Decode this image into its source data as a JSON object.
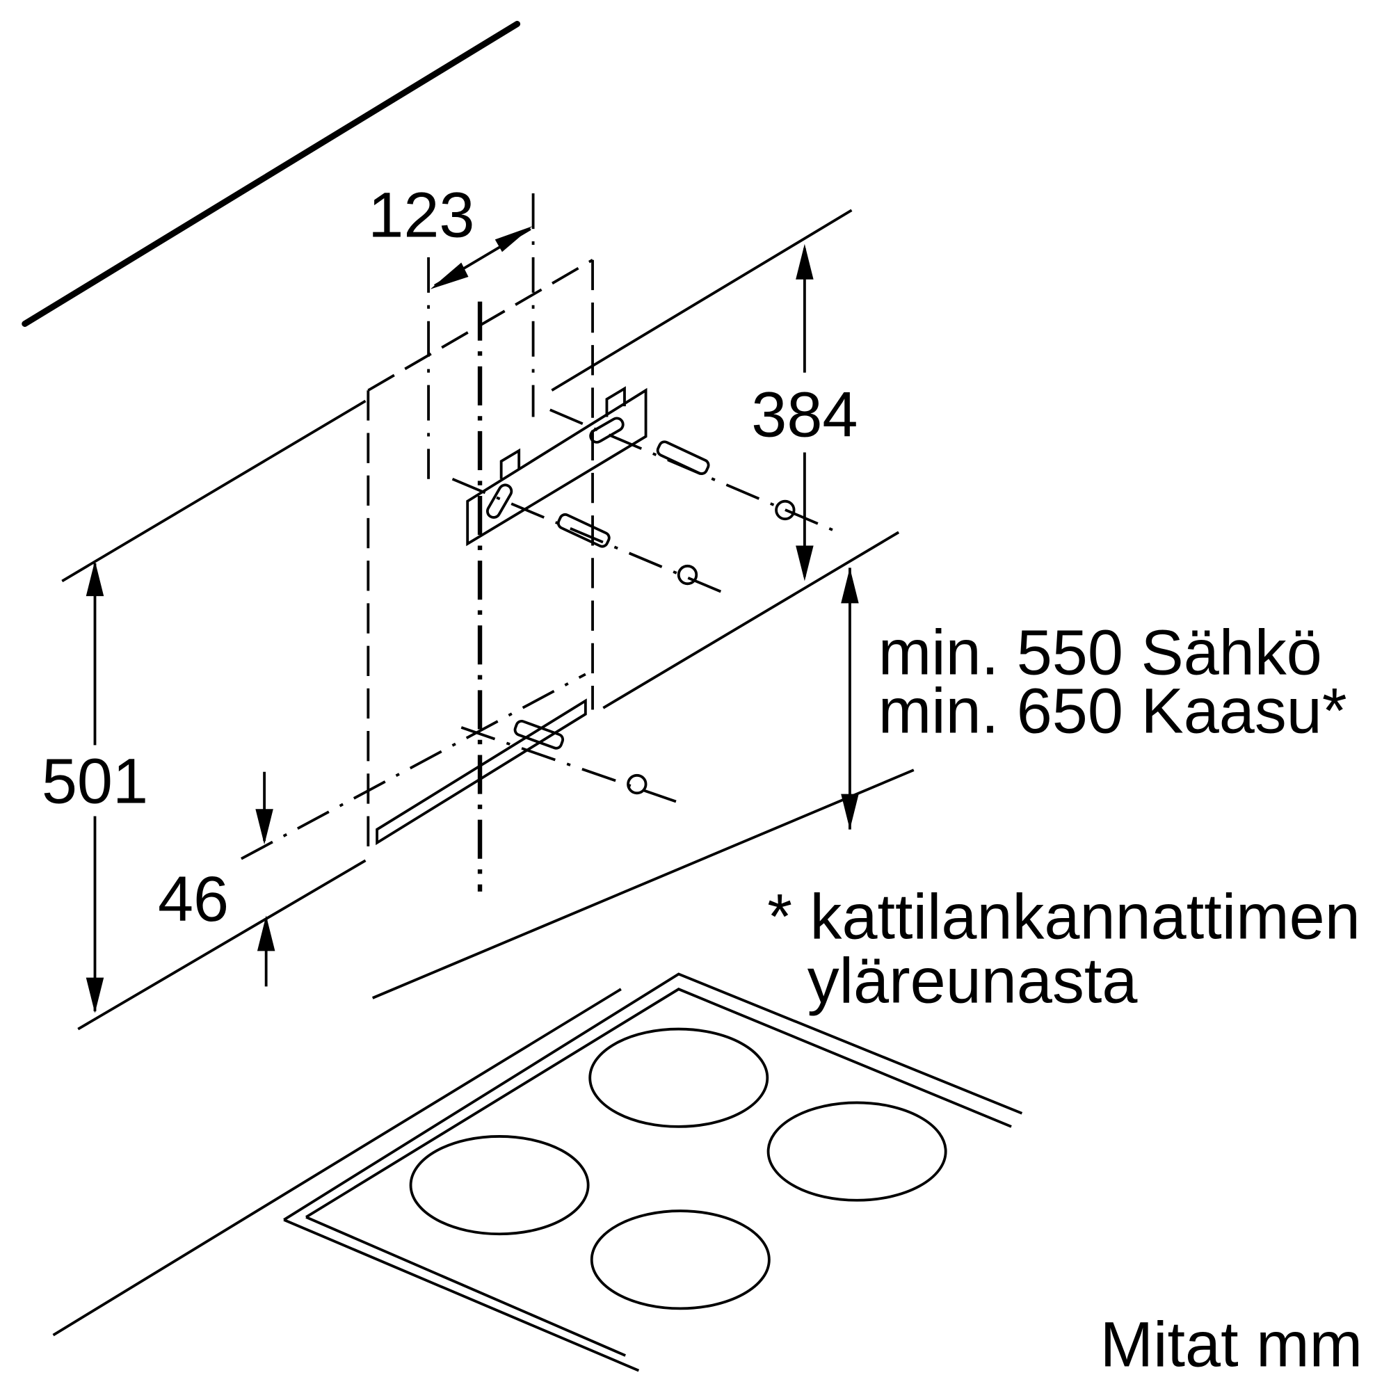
{
  "dimensions": {
    "bracket_spacing": "123",
    "bracket_height": "384",
    "total_height": "501",
    "bottom_offset": "46"
  },
  "clearance": {
    "electric": "min. 550 Sähkö",
    "gas": "min. 650 Kaasu*"
  },
  "footnote": {
    "line1": "* kattilankannattimen",
    "line2": "yläreunasta"
  },
  "units_label": "Mitat mm"
}
